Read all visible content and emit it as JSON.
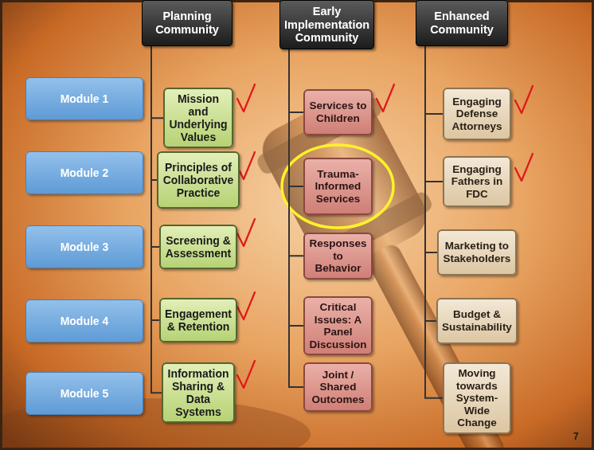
{
  "diagram": {
    "nodes": [
      {
        "text": [
          "Planning Community"
        ]
      },
      {
        "text": [
          "Early Implementation Community"
        ]
      },
      {
        "text": [
          "Enhanced Community"
        ]
      },
      {
        "text": [
          "Module 1"
        ]
      },
      {
        "text": [
          "Module 2"
        ]
      },
      {
        "text": [
          "Module 3"
        ]
      },
      {
        "text": [
          "Module 4"
        ]
      },
      {
        "text": [
          "Module 5"
        ]
      },
      {
        "text": [
          "Mission and Underlying Values"
        ]
      },
      {
        "text": [
          "Principles of Collaborative Practice"
        ]
      },
      {
        "text": [
          "Screening & Assessment"
        ]
      },
      {
        "text": [
          "Engagement & Retention"
        ]
      },
      {
        "text": [
          "Information Sharing & Data Systems"
        ]
      },
      {
        "text": [
          "Services to Children"
        ]
      },
      {
        "text": [
          "Trauma-Informed Services"
        ]
      },
      {
        "text": [
          "Responses to Behavior"
        ]
      },
      {
        "text": [
          "Critical Issues: A Panel Discussion"
        ]
      },
      {
        "text": [
          "Joint / Shared Outcomes"
        ]
      },
      {
        "text": [
          "Engaging Defense Attorneys"
        ]
      },
      {
        "text": [
          "Engaging Fathers in FDC"
        ]
      },
      {
        "text": [
          "Marketing to Stakeholders"
        ]
      },
      {
        "text": [
          "Budget & Sustainability"
        ]
      },
      {
        "text": [
          "Moving towards System-Wide Change"
        ]
      }
    ],
    "edges": [
      {
        "from": 0,
        "to": 8,
        "arrow": "none"
      },
      {
        "from": 0,
        "to": 9,
        "arrow": "none"
      },
      {
        "from": 0,
        "to": 10,
        "arrow": "none"
      },
      {
        "from": 0,
        "to": 11,
        "arrow": "none"
      },
      {
        "from": 0,
        "to": 12,
        "arrow": "none"
      },
      {
        "from": 1,
        "to": 13,
        "arrow": "none"
      },
      {
        "from": 1,
        "to": 14,
        "arrow": "none"
      },
      {
        "from": 1,
        "to": 15,
        "arrow": "none"
      },
      {
        "from": 1,
        "to": 16,
        "arrow": "none"
      },
      {
        "from": 1,
        "to": 17,
        "arrow": "none"
      },
      {
        "from": 2,
        "to": 18,
        "arrow": "none"
      },
      {
        "from": 2,
        "to": 19,
        "arrow": "none"
      },
      {
        "from": 2,
        "to": 20,
        "arrow": "none"
      },
      {
        "from": 2,
        "to": 21,
        "arrow": "none"
      },
      {
        "from": 2,
        "to": 22,
        "arrow": "none"
      }
    ],
    "labels": [
      "7"
    ]
  }
}
